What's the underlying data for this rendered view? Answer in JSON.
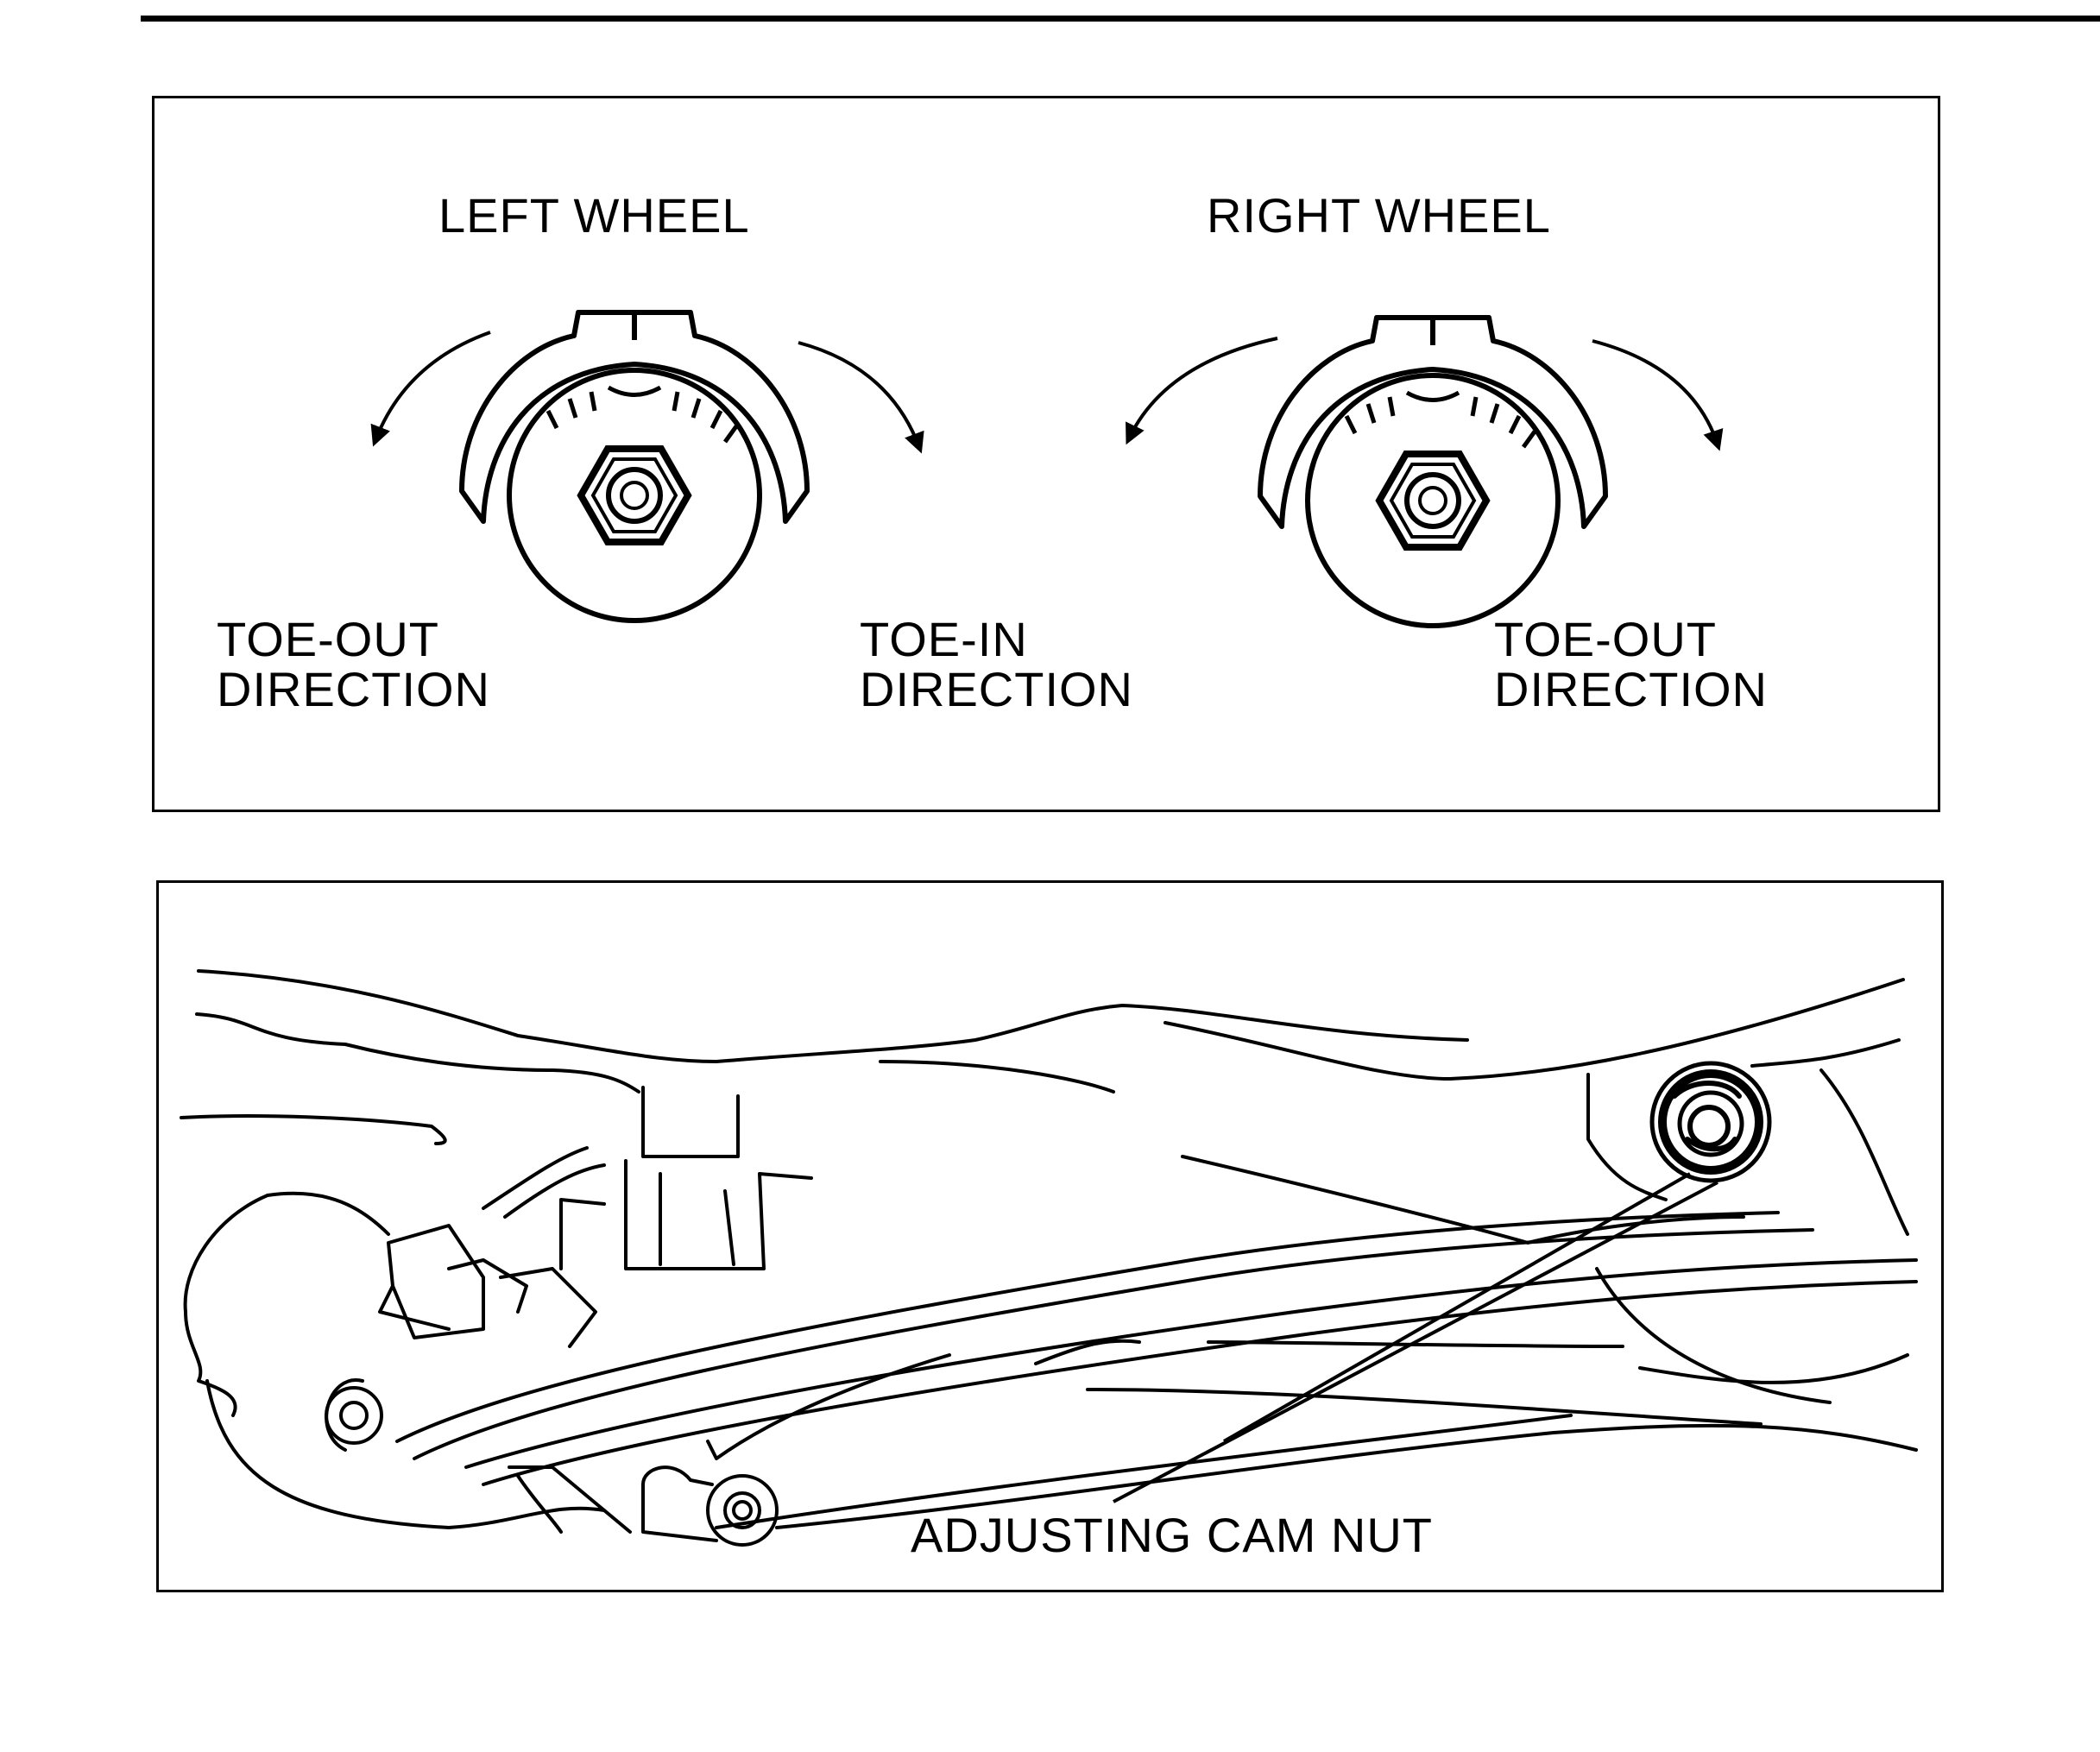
{
  "panel_toe": {
    "left_wheel_title": "LEFT WHEEL",
    "right_wheel_title": "RIGHT WHEEL",
    "toe_out_left": {
      "line1": "TOE-OUT",
      "line2": "DIRECTION"
    },
    "toe_in": {
      "line1": "TOE-IN",
      "line2": "DIRECTION"
    },
    "toe_out_right": {
      "line1": "TOE-OUT",
      "line2": "DIRECTION"
    }
  },
  "panel_suspension": {
    "callout_label": "ADJUSTING CAM NUT"
  },
  "icons": [
    "left-wheel-cam-icon",
    "right-wheel-cam-icon",
    "rotate-arrow-icon",
    "rear-suspension-icon",
    "cam-nut-icon"
  ],
  "colors": {
    "ink": "#000000",
    "paper": "#ffffff"
  }
}
